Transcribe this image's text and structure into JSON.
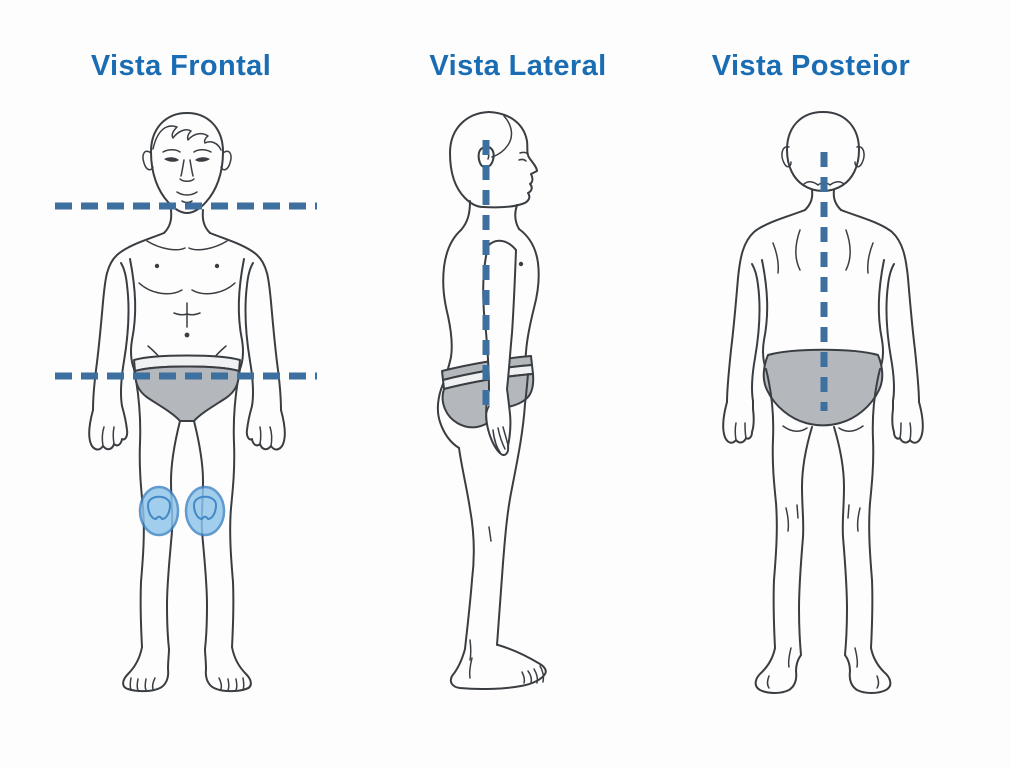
{
  "colors": {
    "title_text": "#1a6cb3",
    "guide_line": "#3d6f9f",
    "body_outline": "#3a3e42",
    "briefs_fill": "#b4b7bb",
    "briefs_band": "#f0f1f2",
    "knee_highlight_fill": "#8fc4ea",
    "knee_highlight_stroke": "#3e85c4",
    "background": "#fdfdfd"
  },
  "views": [
    {
      "title": "Vista Frontal",
      "markers": [
        "shoulder-level-guide-line",
        "hip-level-guide-line",
        "knee-highlight-left",
        "knee-highlight-right"
      ]
    },
    {
      "title": "Vista Lateral",
      "markers": [
        "vertical-posture-guide-line"
      ]
    },
    {
      "title": "Vista Posteior",
      "markers": [
        "vertical-spine-guide-line"
      ]
    }
  ]
}
